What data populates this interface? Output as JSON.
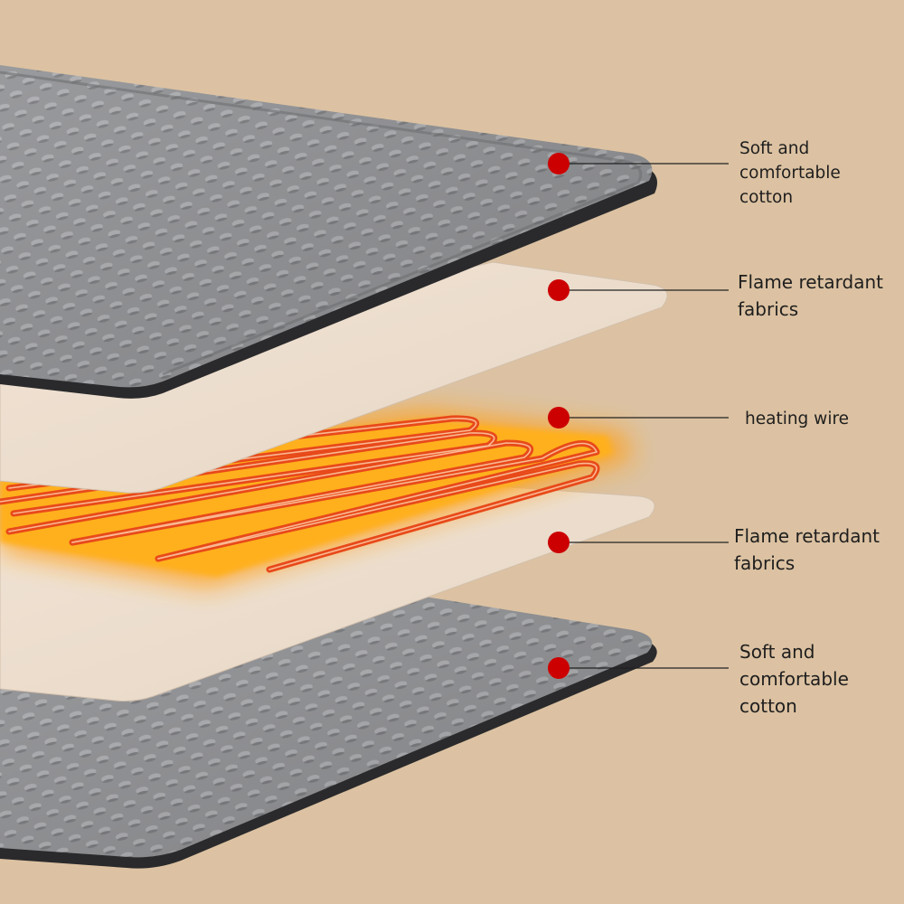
{
  "colors": {
    "background": "#dcc2a2",
    "cotton": "#8d8e91",
    "cotton_edge": "#2a2a2c",
    "fabric": "#ebdccc",
    "heat_glow": "#ffa21a",
    "wire": "#e8491a",
    "marker": "#cc0000",
    "leader_line": "#222222"
  },
  "layers": [
    {
      "id": "top-cotton",
      "material": "cotton",
      "label": "Soft and\ncomfortable\ncotton"
    },
    {
      "id": "upper-fabric",
      "material": "fabric",
      "label": "Flame retardant\nfabrics"
    },
    {
      "id": "heating-wire",
      "material": "heating-wire",
      "label": "heating wire"
    },
    {
      "id": "lower-fabric",
      "material": "fabric",
      "label": "Flame retardant\nfabrics"
    },
    {
      "id": "bottom-cotton",
      "material": "cotton",
      "label": "Soft and\ncomfortable\ncotton"
    }
  ]
}
